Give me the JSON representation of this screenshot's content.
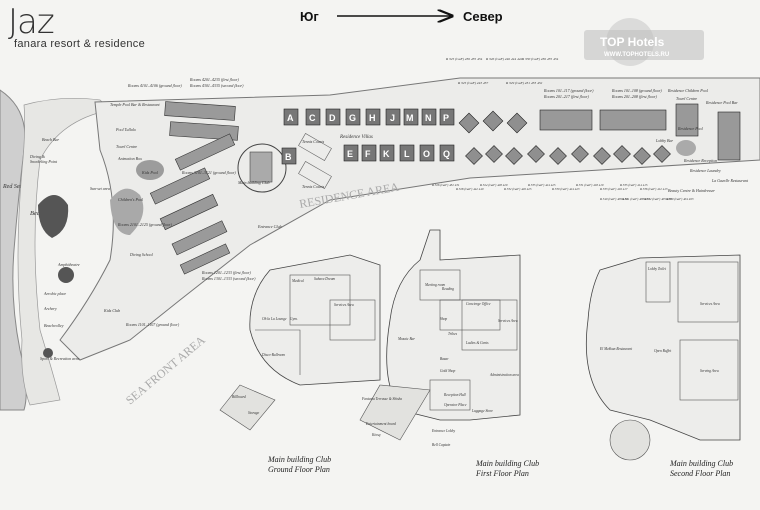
{
  "header": {
    "logo": "Jaz",
    "subtitle": "fanara resort & residence",
    "direction_from": "Юг",
    "direction_to": "Север"
  },
  "watermark": {
    "brand": "TOP Hotels",
    "url": "WWW.TOPHOTELS.RU"
  },
  "areas": {
    "sea": "Red Sea",
    "beach": "Beach",
    "residence_area": "RESIDENCE AREA",
    "sea_front_area": "SEA FRONT AREA"
  },
  "beach_labels": [
    "Beach Bar",
    "Diving &",
    "Snorkeling Point",
    "Sun-set area",
    "Amphitheatre",
    "Aerobic place",
    "Archery",
    "Beachvolley",
    "Sport & Recreation area"
  ],
  "facility_labels": [
    "Temple Pool Bar & Restaurant",
    "Pool Tullalo",
    "Towel Centre",
    "Animation Box",
    "Kids Pool",
    "Children's Pool",
    "Diving School",
    "Main building Club",
    "Entrance Club",
    "Kids Club",
    "Residence Villas",
    "Tennis Courts",
    "Tennis Courts",
    "Residence Children Pool",
    "Towel Centre",
    "Residence Pool Bar",
    "Residence Pool",
    "Lobby Bar",
    "Residence Reception",
    "Residence Laundry",
    "La Gazelle Restaurant",
    "Beauty Centre & Hairdresser"
  ],
  "room_labels": [
    "Rooms 4101–4106 (ground floor)",
    "Rooms 4201–4235 (first floor)",
    "Rooms 4301–4335 (second floor)",
    "Rooms 3101–3121 (ground floor)",
    "Rooms 2101–2125 (ground floor)",
    "Rooms 1201–1233 (first floor)",
    "Rooms 1301–1333 (second floor)",
    "Rooms 1101–1107 (ground floor)",
    "Rooms 101–117 (ground floor)",
    "Rooms 201–217 (first floor)",
    "Rooms 101–108 (ground floor)",
    "Rooms 201–208 (first floor)"
  ],
  "villa_letters_top": [
    "A",
    "C",
    "D",
    "G",
    "H",
    "J",
    "M",
    "N",
    "P"
  ],
  "villa_letters_bottom": [
    "B",
    "E",
    "F",
    "K",
    "L",
    "O",
    "Q"
  ],
  "villa_codes_top": [
    "R 325 (GaF) 436 435 434",
    "R 326 (GaF) 446 444 442",
    "R 330 (GaF) 436 435 434",
    "R 325 (GaF) 443 437",
    "R 329 (GaF) 431 433 432"
  ],
  "villa_codes_bottom": [
    "R 326 (GaF) 432 431",
    "R 328 (GaF) 442 440",
    "R 324 (GaF) 428 429",
    "R 332 (GaF) 426 425",
    "R 335 (GaF) 424 425",
    "R 330 (GaF) 424 423",
    "R 331 (GaF) 418 419",
    "R 333 (GaF) 416 417",
    "R 335 (GaF) 414 415",
    "R 336 (GaF) 412 413",
    "R 340 (GaF) 409 410",
    "R 341 (GaF) 408 407",
    "R 342 (GaF) 405 406",
    "R 339 (GaF) 404 403"
  ],
  "plans": [
    {
      "title": "Main building Club",
      "subtitle": "Ground Floor Plan",
      "rooms": [
        "Medical",
        "Sahara Dream",
        "Services Area",
        "Gym.",
        "Oh la La Lounge",
        "Disco-Ballroom",
        "Billboard",
        "Storage"
      ]
    },
    {
      "title": "Main building Club",
      "subtitle": "First Floor Plan",
      "rooms": [
        "Meeting room",
        "Reading",
        "Shop",
        "Tribes",
        "Mozaic Bar",
        "Gold Shop",
        "Bazar",
        "Concierge Office",
        "Ladies & Gents",
        "Services Area",
        "Administration area",
        "Reception Hall",
        "Operator Place",
        "Entrance Lobby",
        "Bell Captain",
        "Fantasia Terrasse & Shisha",
        "Entertainment board",
        "Kiosq",
        "Luggage Store"
      ]
    },
    {
      "title": "Main building Club",
      "subtitle": "Second Floor Plan",
      "rooms": [
        "Lobby Toilet",
        "El Mekkan Restaurant",
        "Open Buffet",
        "Services Area",
        "Serving Area"
      ]
    }
  ]
}
